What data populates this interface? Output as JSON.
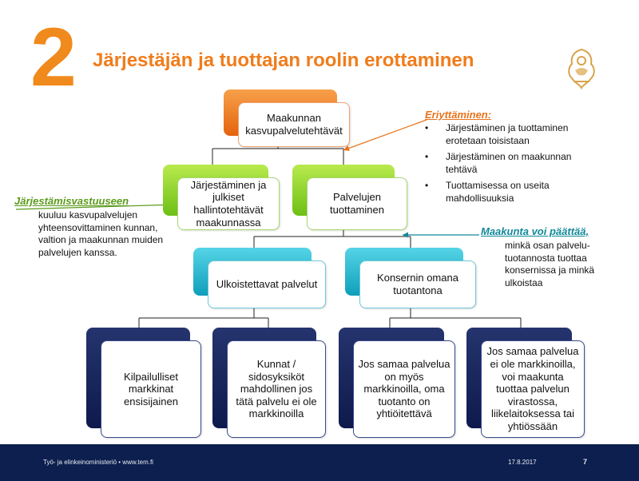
{
  "slide": {
    "number": "2",
    "title": "Järjestäjän ja tuottajan roolin erottaminen"
  },
  "nodes": {
    "top": "Maakunnan kasvupalvelutehtävät",
    "organizing": "Järjestäminen ja julkiset hallintotehtävät maakunnassa",
    "producing": "Palvelujen tuottaminen",
    "outsourced": "Ulkoistettavat palvelut",
    "inhouse": "Konsernin omana tuotantona",
    "leaf1": "Kilpailulliset markkinat ensisijainen",
    "leaf2": "Kunnat / sidosyksiköt mahdollinen jos tätä palvelu ei ole markkinoilla",
    "leaf3": "Jos samaa palvelua on myös markkinoilla, oma tuotanto on yhtiöitettävä",
    "leaf4": "Jos samaa palvelua ei ole markkinoilla, voi maakunta tuottaa palvelun virastossa, liikelaitoksessa tai yhtiössään"
  },
  "callouts": {
    "separation": {
      "heading": "Eriyttäminen:",
      "bullets": [
        "Järjestäminen ja tuottaminen erotetaan toisistaan",
        "Järjestäminen on maakunnan tehtävä",
        "Tuottamisessa on useita mahdollisuuksia"
      ],
      "color": "#e8731a"
    },
    "responsibility": {
      "heading": "Järjestämisvastuuseen",
      "text": "kuuluu kasvupalvelujen yhteensovittaminen kunnan, valtion ja maakunnan muiden palvelujen kanssa.",
      "color": "#5a9a1a"
    },
    "decide": {
      "heading": "Maakunta voi päättää,",
      "text": "minkä osan palvelu-tuotannosta tuottaa konsernissa ja minkä ulkoistaa",
      "color": "#12899a"
    }
  },
  "footer": {
    "org": "Työ- ja elinkeinoministeriö • www.tem.fi",
    "date": "17.8.2017",
    "page": "7"
  },
  "icons": {
    "crest": "lion-crest-icon"
  },
  "colors": {
    "accent_orange": "#f08a1c",
    "footer_bg": "#0c1f4e"
  }
}
